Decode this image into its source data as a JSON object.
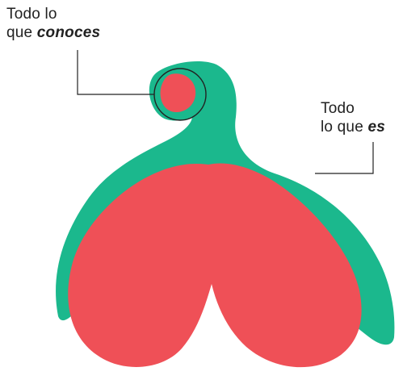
{
  "labels": {
    "known": {
      "line1": "Todo lo",
      "line2_prefix": "que ",
      "line2_emphasis": "conoces"
    },
    "whole": {
      "line1": "Todo",
      "line2_prefix": "lo que ",
      "line2_emphasis": "es"
    }
  },
  "colors": {
    "outer_structure": "#1bb88d",
    "inner_structure": "#ef5057",
    "lines": "#222222"
  }
}
